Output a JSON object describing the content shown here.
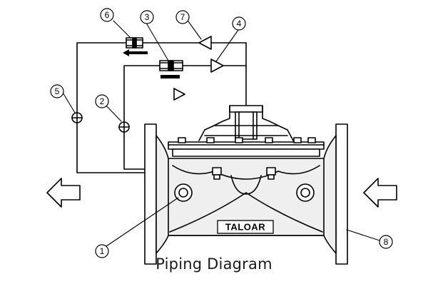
{
  "caption": "Piping Diagram",
  "brand_logo": "TALOAR",
  "callouts": [
    "1",
    "2",
    "3",
    "4",
    "5",
    "6",
    "7",
    "8"
  ],
  "colors": {
    "line": "#000000",
    "body_fill": "#efefef",
    "background": "#ffffff"
  }
}
